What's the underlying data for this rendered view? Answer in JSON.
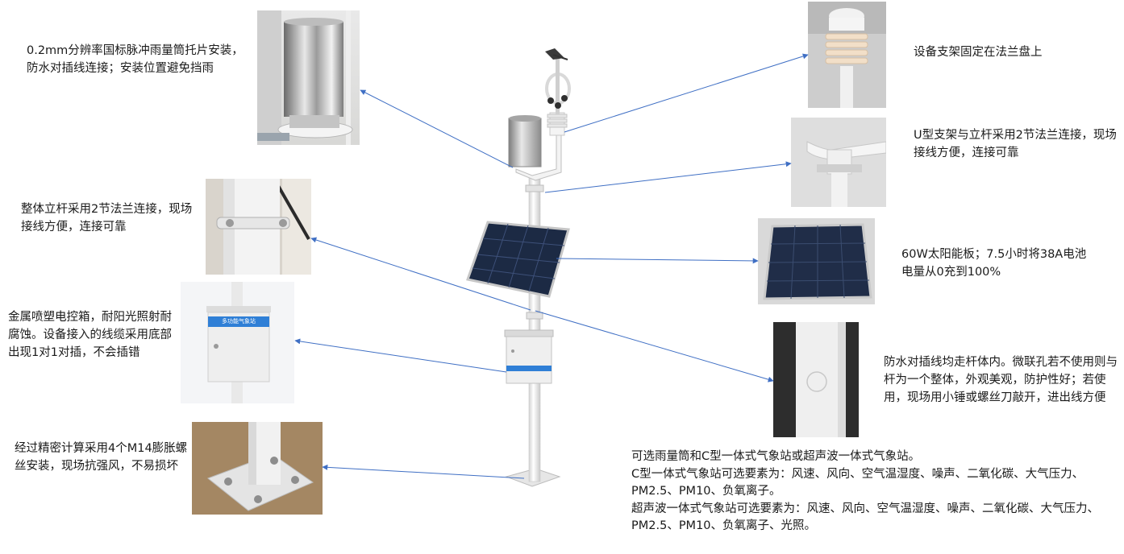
{
  "callouts": {
    "rain_gauge": "0.2mm分辨率国标脉冲雨量筒托片安装，防水对插线连接；安装位置避免挡雨",
    "pole_flange": "整体立杆采用2节法兰连接，现场接线方便，连接可靠",
    "control_box": "金属喷塑电控箱，耐阳光照射耐腐蚀。设备接入的线缆采用底部出现1对1对插，不会插错",
    "base_bolts": "经过精密计算采用4个M14膨胀螺丝安装，现场抗强风，不易损坏",
    "bracket_flange": "设备支架固定在法兰盘上",
    "u_bracket": "U型支架与立杆采用2节法兰连接，现场接线方便，连接可靠",
    "solar_panel": "60W太阳能板；7.5小时将38A电池电量从0充到100%",
    "cable_routing": "防水对插线均走杆体内。微联孔若不使用则与杆为一个整体，外观美观，防护性好；若使用，现场用小锤或螺丝刀敲开，进出线方便"
  },
  "options_note": {
    "line1": "可选雨量筒和C型一体式气象站或超声波一体式气象站。",
    "line2": "C型一体式气象站可选要素为：风速、风向、空气温湿度、噪声、二氧化碳、大气压力、PM2.5、PM10、负氧离子。",
    "line3": "超声波一体式气象站可选要素为：风速、风向、空气温湿度、噪声、二氧化碳、大气压力、PM2.5、PM10、负氧离子、光照。"
  },
  "box_label": "多功能气象站",
  "colors": {
    "arrow": "#3f6fc4",
    "pole": "#f2f2f2",
    "panel": "#1c2a44",
    "box_band": "#2f7fd6"
  }
}
